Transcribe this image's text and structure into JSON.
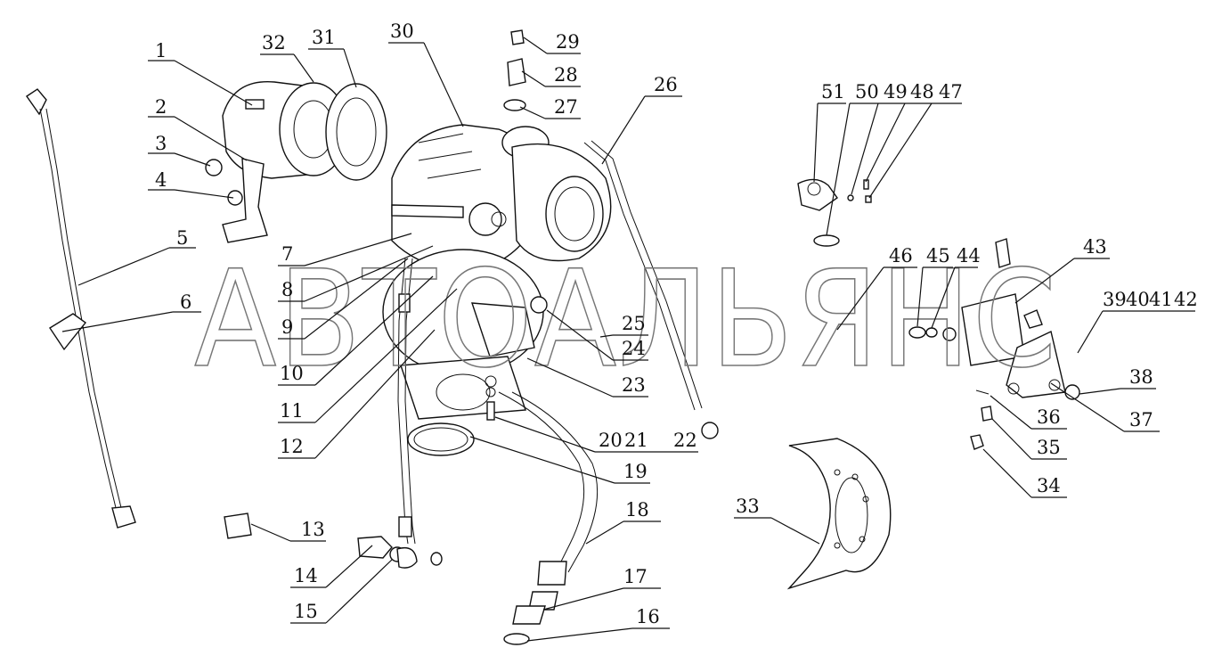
{
  "watermark": "АВТОАЛЬЯНС",
  "callouts": [
    "1",
    "2",
    "3",
    "4",
    "5",
    "6",
    "7",
    "8",
    "9",
    "10",
    "11",
    "12",
    "13",
    "14",
    "15",
    "16",
    "17",
    "18",
    "19",
    "20",
    "21",
    "22",
    "23",
    "24",
    "25",
    "26",
    "27",
    "28",
    "29",
    "30",
    "31",
    "32",
    "33",
    "34",
    "35",
    "36",
    "37",
    "38",
    "39",
    "40",
    "41",
    "42",
    "43",
    "44",
    "45",
    "46",
    "47",
    "48",
    "49",
    "50",
    "51"
  ]
}
